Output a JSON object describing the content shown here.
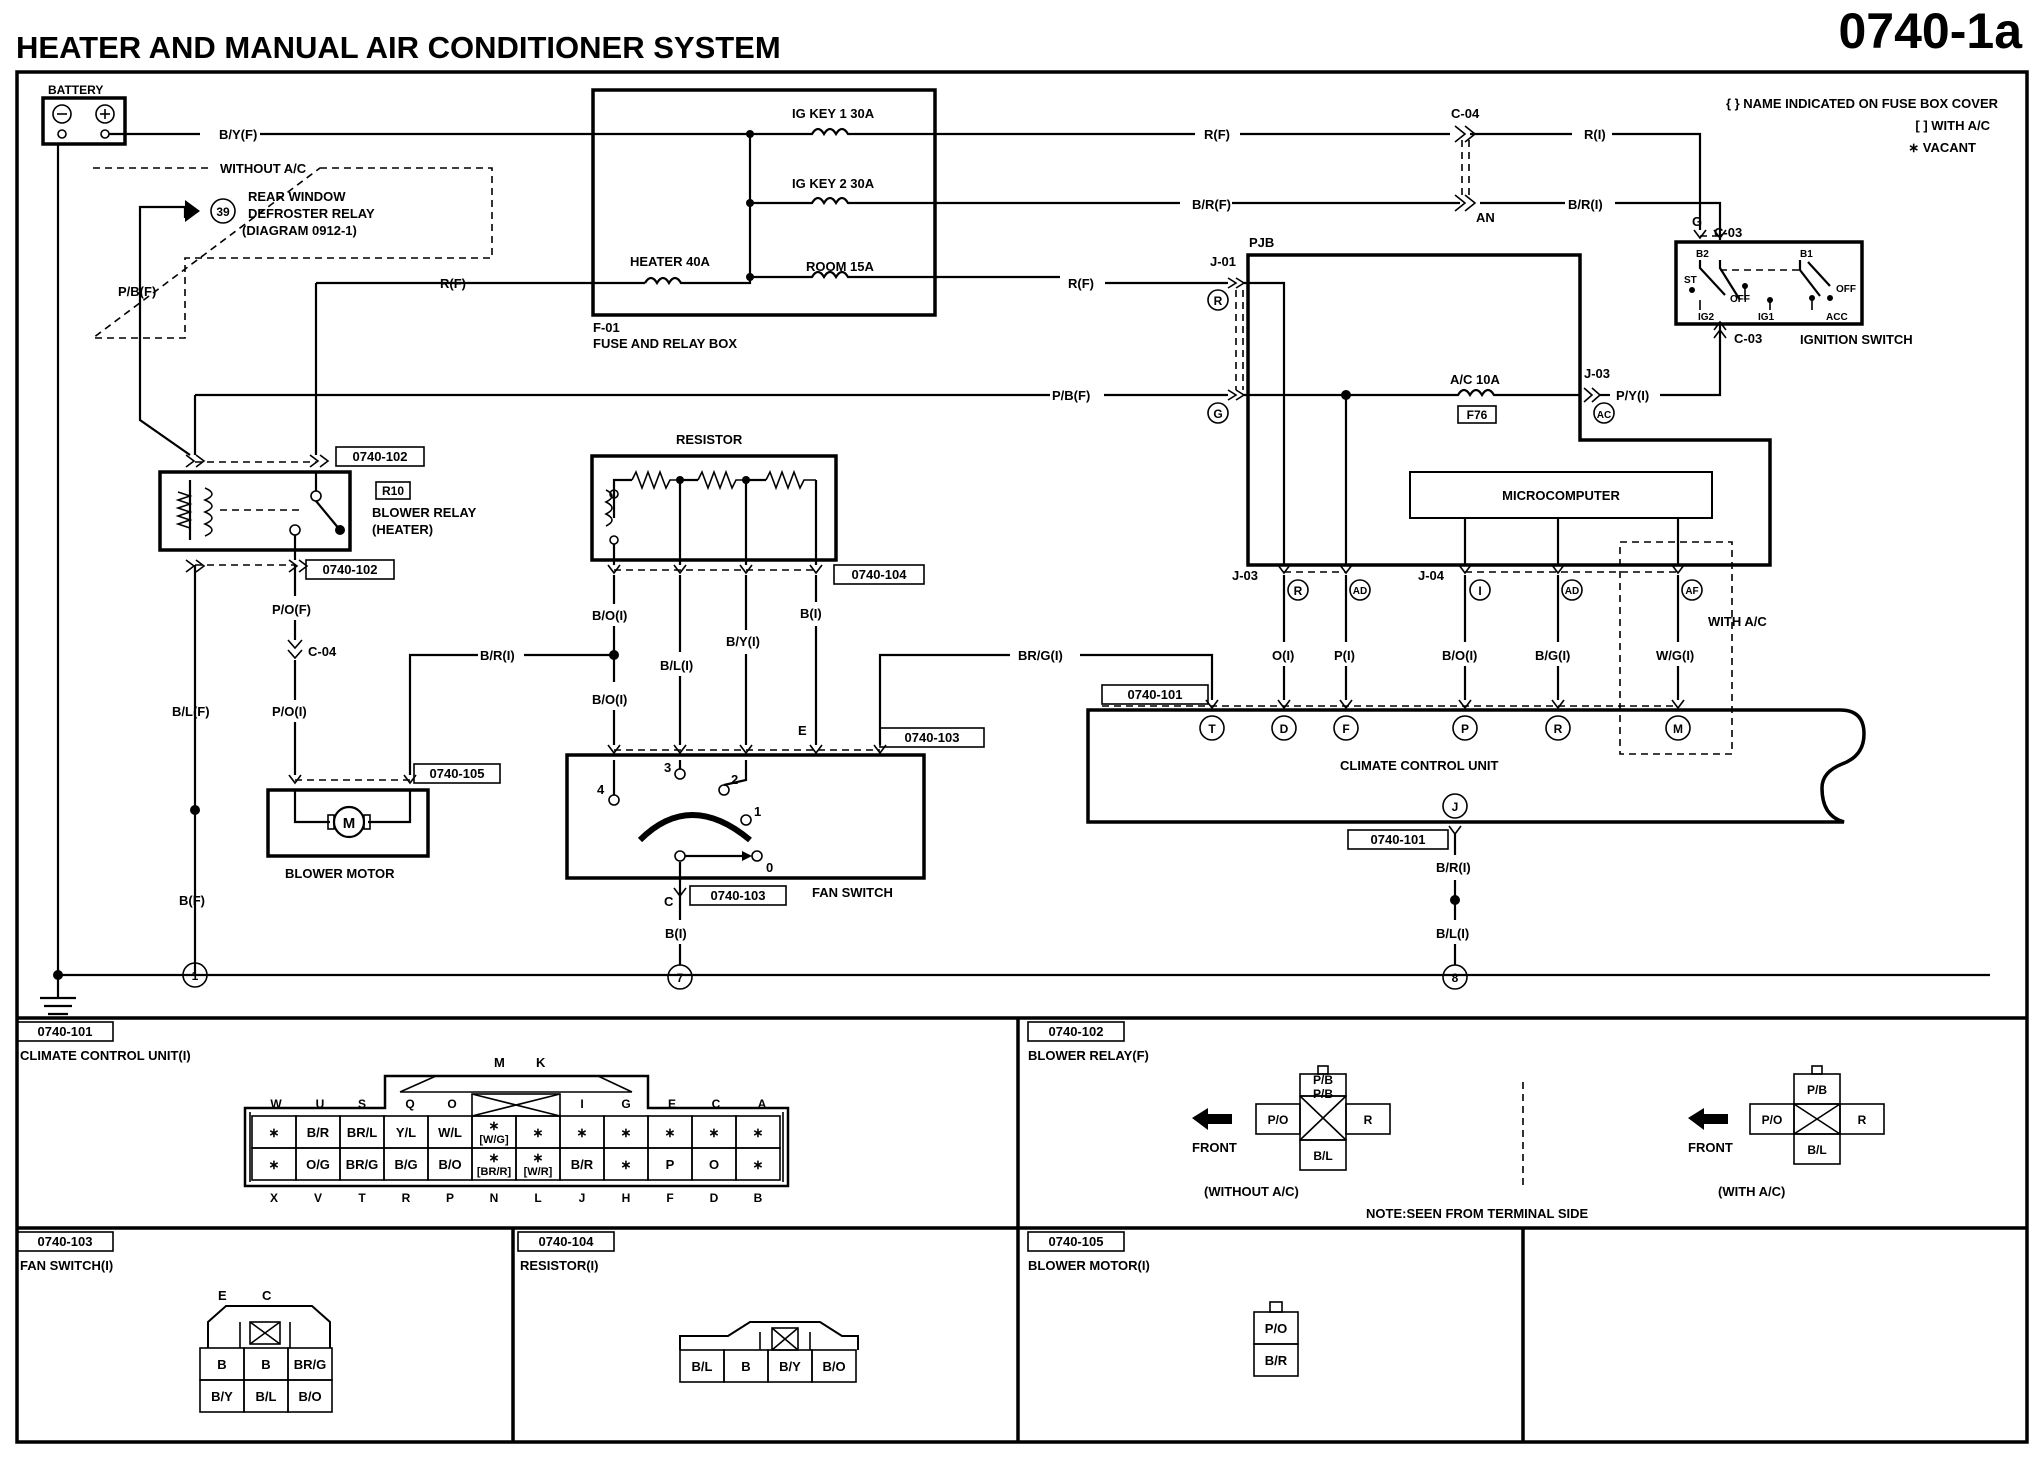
{
  "header": {
    "title": "HEATER AND MANUAL AIR CONDITIONER SYSTEM",
    "diagram_id": "0740-1a"
  },
  "legend": {
    "braces": "{ } NAME INDICATED ON FUSE BOX COVER",
    "brackets": "[ ] WITH A/C",
    "vacant": "∗ VACANT"
  },
  "components": {
    "battery": "BATTERY",
    "fuse_box": {
      "id": "F-01",
      "name": "FUSE AND RELAY BOX",
      "ig_key1": "IG KEY 1 30A",
      "ig_key2": "IG KEY 2 30A",
      "heater": "HEATER 40A",
      "room": "ROOM 15A"
    },
    "without_ac": "WITHOUT A/C",
    "rear_defroster": {
      "ref": "39",
      "line1": "REAR WINDOW",
      "line2": "DEFROSTER RELAY",
      "line3": "(DIAGRAM 0912-1)"
    },
    "blower_relay": {
      "code": "R10",
      "line1": "BLOWER RELAY",
      "line2": "(HEATER)"
    },
    "resistor": "RESISTOR",
    "blower_motor": "BLOWER MOTOR",
    "fan_switch": "FAN SWITCH",
    "pjb": "PJB",
    "microcomputer": "MICROCOMPUTER",
    "ac_fuse": "A/C 10A",
    "ac_fuse_code": "F76",
    "ignition_switch": "IGNITION SWITCH",
    "ig_terminals": {
      "st": "ST",
      "b2": "B2",
      "b1": "B1",
      "off1": "OFF",
      "off2": "OFF",
      "ig2": "IG2",
      "ig1": "IG1",
      "acc": "ACC"
    },
    "climate_unit": "CLIMATE CONTROL UNIT",
    "with_ac": "WITH A/C"
  },
  "connectors": {
    "c04": "C-04",
    "c03": "C-03",
    "j01": "J-01",
    "j03": "J-03",
    "j04": "J-04",
    "an": "AN",
    "g": "G",
    "e": "E",
    "c": "C"
  },
  "wires": {
    "byf": "B/Y(F)",
    "rf": "R(F)",
    "ri": "R(I)",
    "brf": "B/R(F)",
    "bri": "B/R(I)",
    "pbf": "P/B(F)",
    "pyi": "P/Y(I)",
    "pof": "P/O(F)",
    "poi": "P/O(I)",
    "blf": "B/L(F)",
    "bf": "B(F)",
    "boi": "B/O(I)",
    "bli": "B/L(I)",
    "byi": "B/Y(I)",
    "bi": "B(I)",
    "brgi": "BR/G(I)",
    "oi": "O(I)",
    "pi": "P(I)",
    "bgi": "B/G(I)",
    "wgi": "W/G(I)"
  },
  "pins": {
    "r": "R",
    "g": "G",
    "ac": "AC",
    "ad": "AD",
    "af": "AF",
    "i": "I",
    "t": "T",
    "d": "D",
    "f": "F",
    "p": "P",
    "m": "M",
    "j": "J",
    "one": "1",
    "two": "2",
    "three": "3",
    "four": "4",
    "zero": "0"
  },
  "refs": {
    "r101": "0740-101",
    "r102": "0740-102",
    "r103": "0740-103",
    "r104": "0740-104",
    "r105": "0740-105"
  },
  "grounds": {
    "g1": "1",
    "g7": "7",
    "g8": "8"
  },
  "panels": {
    "p101": {
      "ref": "0740-101",
      "title": "CLIMATE CONTROL UNIT(I)",
      "top_labels": [
        "W",
        "U",
        "S",
        "",
        "Q",
        "O",
        "",
        "",
        "I",
        "G",
        "",
        "E",
        "C",
        "A"
      ],
      "mk": [
        "M",
        "K"
      ],
      "row1": [
        "∗",
        "B/R",
        "BR/L",
        "Y/L",
        "W/L",
        "∗ [W/G]",
        "∗",
        "∗",
        "∗",
        "∗",
        "∗",
        "∗"
      ],
      "row2": [
        "∗",
        "O/G",
        "BR/G",
        "B/G",
        "B/O",
        "∗ [BR/R]",
        "∗ [W/R]",
        "B/R",
        "∗",
        "P",
        "O",
        "∗"
      ],
      "bottom_labels": [
        "X",
        "V",
        "T",
        "R",
        "P",
        "N",
        "L",
        "J",
        "H",
        "F",
        "D",
        "B"
      ]
    },
    "p102": {
      "ref": "0740-102",
      "title": "BLOWER RELAY(F)",
      "front": "FRONT",
      "without": "(WITHOUT A/C)",
      "with": "(WITH A/C)",
      "note": "NOTE:SEEN FROM TERMINAL SIDE",
      "a": {
        "top1": "P/B",
        "top2": "P/B",
        "left": "P/O",
        "right": "R",
        "bottom": "B/L"
      },
      "b": {
        "top": "P/B",
        "left": "P/O",
        "right": "R",
        "bottom": "B/L"
      }
    },
    "p103": {
      "ref": "0740-103",
      "title": "FAN SWITCH(I)",
      "e": "E",
      "c": "C",
      "row1": [
        "B",
        "B",
        "BR/G"
      ],
      "row2": [
        "B/Y",
        "B/L",
        "B/O"
      ]
    },
    "p104": {
      "ref": "0740-104",
      "title": "RESISTOR(I)",
      "row": [
        "B/L",
        "B",
        "B/Y",
        "B/O"
      ]
    },
    "p105": {
      "ref": "0740-105",
      "title": "BLOWER MOTOR(I)",
      "row": [
        "P/O",
        "B/R"
      ]
    }
  }
}
